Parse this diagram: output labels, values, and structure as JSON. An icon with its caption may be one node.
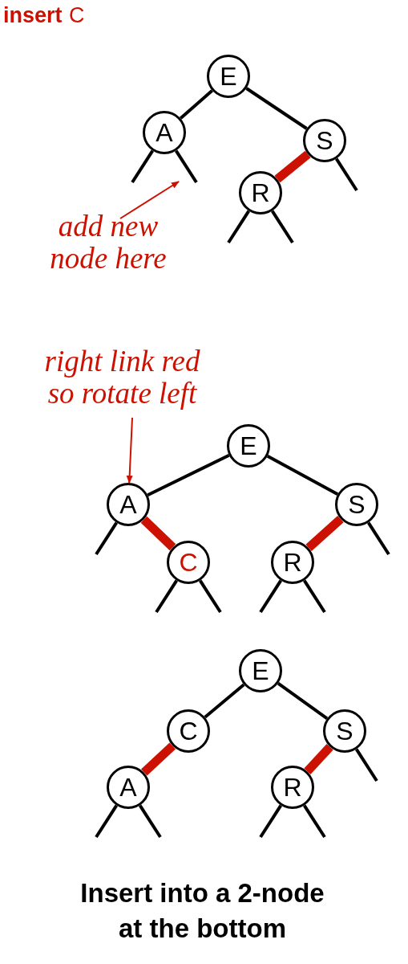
{
  "diagram": {
    "caption": "Insert into a 2-node at the bottom",
    "nodes": [
      {
        "text": [
          "E"
        ]
      },
      {
        "text": [
          "A"
        ]
      },
      {
        "text": [
          "S"
        ]
      },
      {
        "text": [
          "R"
        ]
      },
      {
        "text": [
          "add new node here"
        ]
      },
      {
        "text": [
          "right link red so rotate left"
        ]
      },
      {
        "text": [
          "E"
        ]
      },
      {
        "text": [
          "A"
        ]
      },
      {
        "text": [
          "C"
        ]
      },
      {
        "text": [
          "S"
        ]
      },
      {
        "text": [
          "R"
        ]
      },
      {
        "text": [
          "E"
        ]
      },
      {
        "text": [
          "C"
        ]
      },
      {
        "text": [
          "S"
        ]
      },
      {
        "text": [
          "A"
        ]
      },
      {
        "text": [
          "R"
        ]
      }
    ],
    "edges": [
      {
        "from": 0,
        "to": 1,
        "arrow": "none"
      },
      {
        "from": 0,
        "to": 2,
        "arrow": "none"
      },
      {
        "from": 2,
        "to": 3,
        "arrow": "none",
        "style": "thick",
        "color": "#cc1100"
      },
      {
        "from": 1,
        "to": null,
        "arrow": "none"
      },
      {
        "from": 1,
        "to": null,
        "arrow": "none"
      },
      {
        "from": 2,
        "to": null,
        "arrow": "none"
      },
      {
        "from": 3,
        "to": null,
        "arrow": "none"
      },
      {
        "from": 3,
        "to": null,
        "arrow": "none"
      },
      {
        "from": 4,
        "to": null,
        "arrow": "to",
        "color": "#cc1100"
      },
      {
        "from": 6,
        "to": 7,
        "arrow": "none"
      },
      {
        "from": 6,
        "to": 9,
        "arrow": "none"
      },
      {
        "from": 7,
        "to": 8,
        "arrow": "none",
        "style": "thick",
        "color": "#cc1100"
      },
      {
        "from": 9,
        "to": 10,
        "arrow": "none",
        "style": "thick",
        "color": "#cc1100"
      },
      {
        "from": 7,
        "to": null,
        "arrow": "none"
      },
      {
        "from": 8,
        "to": null,
        "arrow": "none"
      },
      {
        "from": 8,
        "to": null,
        "arrow": "none"
      },
      {
        "from": 9,
        "to": null,
        "arrow": "none"
      },
      {
        "from": 10,
        "to": null,
        "arrow": "none"
      },
      {
        "from": 10,
        "to": null,
        "arrow": "none"
      },
      {
        "from": 5,
        "to": 7,
        "arrow": "to",
        "color": "#cc1100"
      },
      {
        "from": 11,
        "to": 12,
        "arrow": "none"
      },
      {
        "from": 11,
        "to": 13,
        "arrow": "none"
      },
      {
        "from": 12,
        "to": 14,
        "arrow": "none",
        "style": "thick",
        "color": "#cc1100"
      },
      {
        "from": 13,
        "to": 15,
        "arrow": "none",
        "style": "thick",
        "color": "#cc1100"
      },
      {
        "from": 14,
        "to": null,
        "arrow": "none"
      },
      {
        "from": 14,
        "to": null,
        "arrow": "none"
      },
      {
        "from": 13,
        "to": null,
        "arrow": "none"
      },
      {
        "from": 15,
        "to": null,
        "arrow": "none"
      },
      {
        "from": 15,
        "to": null,
        "arrow": "none"
      }
    ],
    "labels": [
      "insert",
      "C"
    ]
  }
}
